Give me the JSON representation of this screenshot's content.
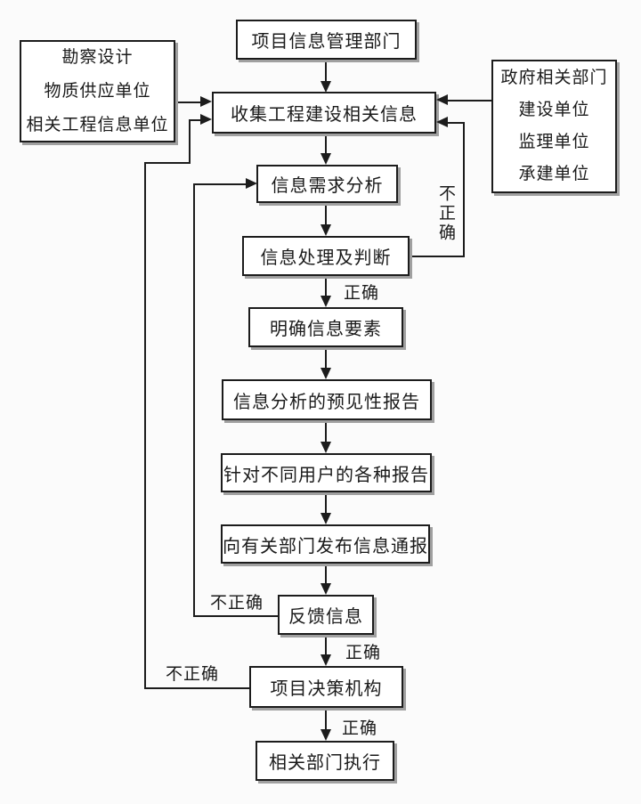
{
  "diagram": {
    "colors": {
      "line": "#1c1c1c",
      "box_fill": "#ffffff",
      "shadow": "#a0a0a0",
      "background": "#fbfbfb",
      "text": "#1a1a1a"
    },
    "nodes": {
      "project_info_dept": "项目信息管理部门",
      "left_sources": [
        "勘察设计",
        "物质供应单位",
        "相关工程信息单位"
      ],
      "right_sources": [
        "政府相关部门",
        "建设单位",
        "监理单位",
        "承建单位"
      ],
      "collect": "收集工程建设相关信息",
      "demand_analysis": "信息需求分析",
      "process_judge": "信息处理及判断",
      "clarify_elements": "明确信息要素",
      "forecast_report": "信息分析的预见性报告",
      "user_reports": "针对不同用户的各种报告",
      "notify_departments": "向有关部门发布信息通报",
      "feedback": "反馈信息",
      "decision_body": "项目决策机构",
      "execute": "相关部门执行"
    },
    "edge_labels": {
      "correct": "正确",
      "incorrect": "不正确"
    }
  }
}
